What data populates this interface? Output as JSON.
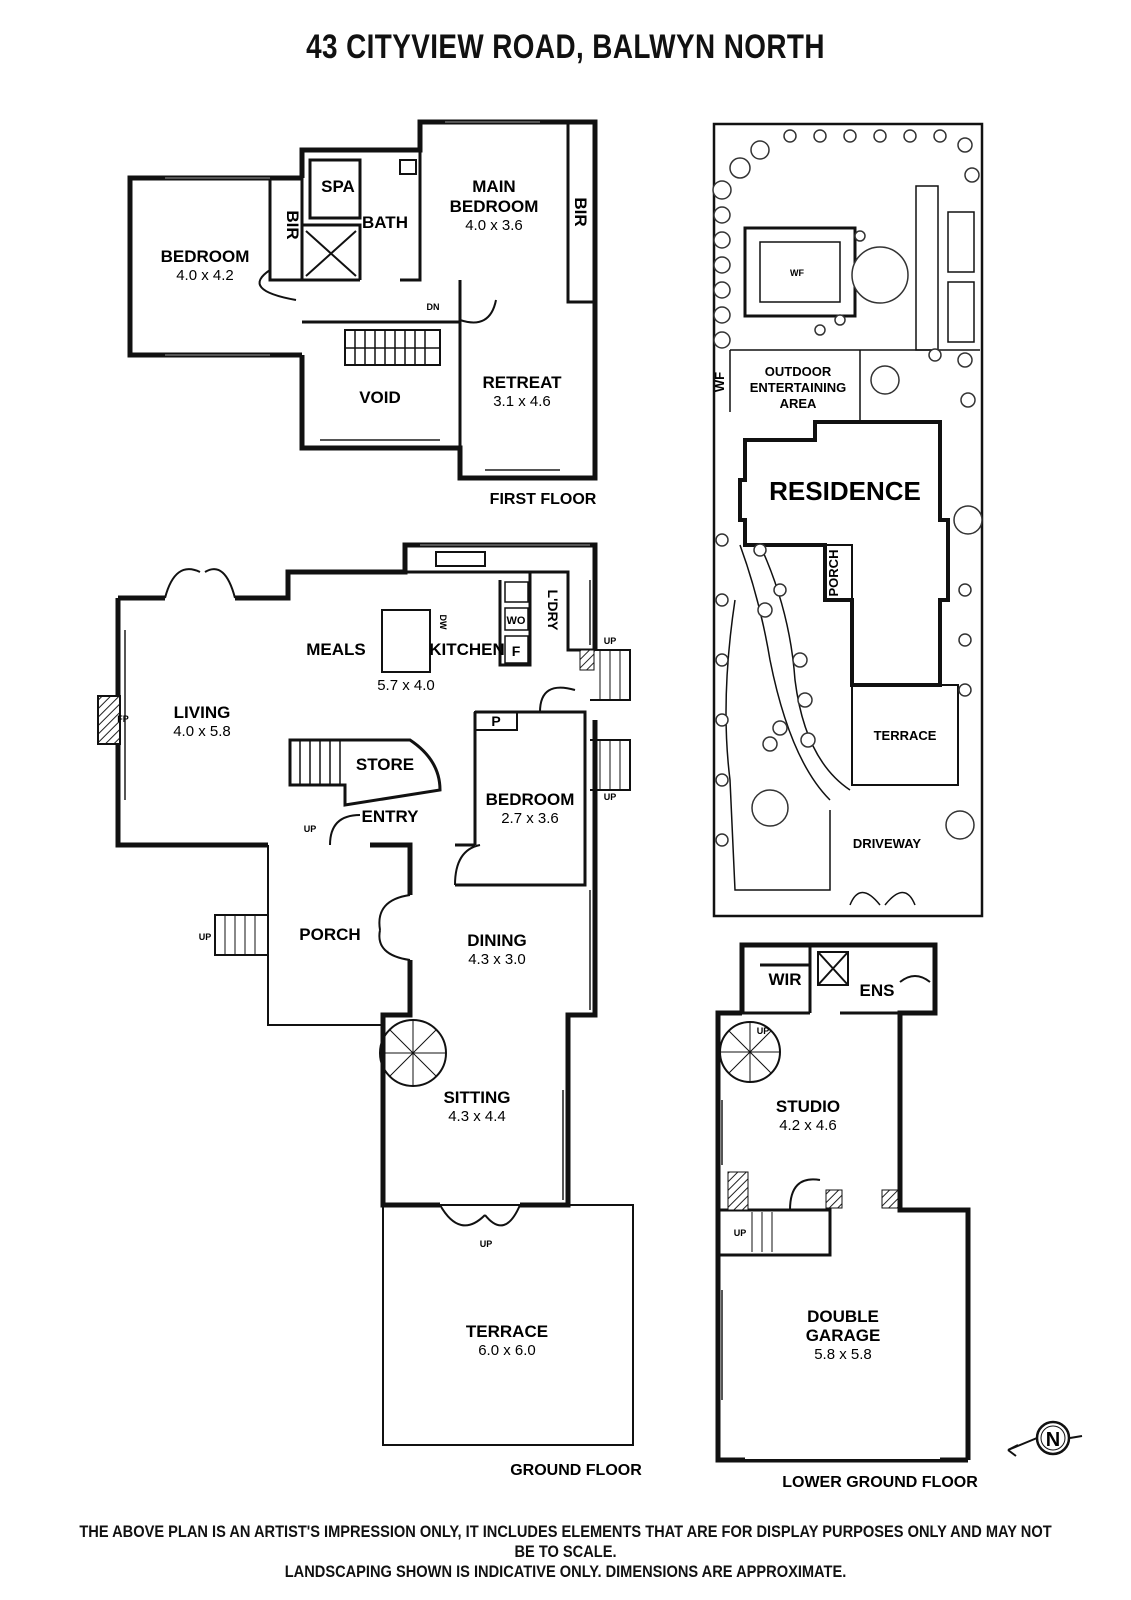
{
  "title": "43 CITYVIEW ROAD, BALWYN NORTH",
  "disclaimer": {
    "line1": "THE ABOVE PLAN IS AN ARTIST'S IMPRESSION ONLY, IT INCLUDES ELEMENTS THAT ARE FOR DISPLAY PURPOSES ONLY AND MAY NOT BE TO SCALE.",
    "line2": "LANDSCAPING SHOWN IS INDICATIVE ONLY. DIMENSIONS ARE APPROXIMATE."
  },
  "floors": {
    "first": "FIRST FLOOR",
    "ground": "GROUND FLOOR",
    "lower": "LOWER GROUND FLOOR"
  },
  "first_floor": {
    "bedroom": {
      "name": "BEDROOM",
      "dim": "4.0 x 4.2"
    },
    "bir_left": "BIR",
    "spa": "SPA",
    "bath": "BATH",
    "main_bedroom": {
      "name1": "MAIN",
      "name2": "BEDROOM",
      "dim": "4.0 x 3.6"
    },
    "bir_right": "BIR",
    "dn": "DN",
    "void": "VOID",
    "retreat": {
      "name": "RETREAT",
      "dim": "3.1 x 4.6"
    }
  },
  "ground_floor": {
    "meals": "MEALS",
    "kitchen": {
      "name": "KITCHEN",
      "dim": "5.7 x 4.0"
    },
    "dw": "DW",
    "wo": "WO",
    "f": "F",
    "ldry": "L'DRY",
    "living": {
      "name": "LIVING",
      "dim": "4.0 x 5.8"
    },
    "fp": "FP",
    "store": "STORE",
    "entry": "ENTRY",
    "p": "P",
    "bedroom": {
      "name": "BEDROOM",
      "dim": "2.7 x 3.6"
    },
    "porch": "PORCH",
    "dining": {
      "name": "DINING",
      "dim": "4.3 x 3.0"
    },
    "sitting": {
      "name": "SITTING",
      "dim": "4.3 x 4.4"
    },
    "terrace": {
      "name": "TERRACE",
      "dim": "6.0 x 6.0"
    },
    "up": "UP"
  },
  "site": {
    "wf": "WF",
    "outdoor1": "OUTDOOR",
    "outdoor2": "ENTERTAINING",
    "outdoor3": "AREA",
    "residence": "RESIDENCE",
    "porch": "PORCH",
    "terrace": "TERRACE",
    "driveway": "DRIVEWAY"
  },
  "lower_floor": {
    "wir": "WIR",
    "ens": "ENS",
    "studio": {
      "name": "STUDIO",
      "dim": "4.2 x 4.6"
    },
    "garage": {
      "name1": "DOUBLE",
      "name2": "GARAGE",
      "dim": "5.8 x 5.8"
    },
    "up": "UP"
  },
  "compass": "N"
}
